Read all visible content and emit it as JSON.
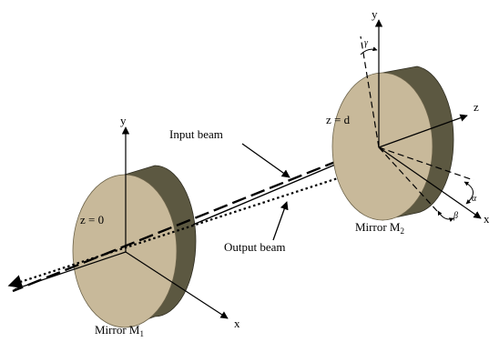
{
  "diagram": {
    "labels": {
      "input_beam": "Input beam",
      "output_beam": "Output beam",
      "mirror1_name": "Mirror M",
      "mirror1_sub": "1",
      "mirror2_name": "Mirror M",
      "mirror2_sub": "2",
      "mirror1_pos": "z = 0",
      "mirror2_pos": "z = d",
      "axis_x": "x",
      "axis_y": "y",
      "axis_z": "z",
      "angle_alpha": "α",
      "angle_beta": "β",
      "angle_gamma": "γ"
    },
    "colors": {
      "mirror_face": "#c8b99a",
      "mirror_side": "#5c5841",
      "ink": "#000000"
    }
  }
}
